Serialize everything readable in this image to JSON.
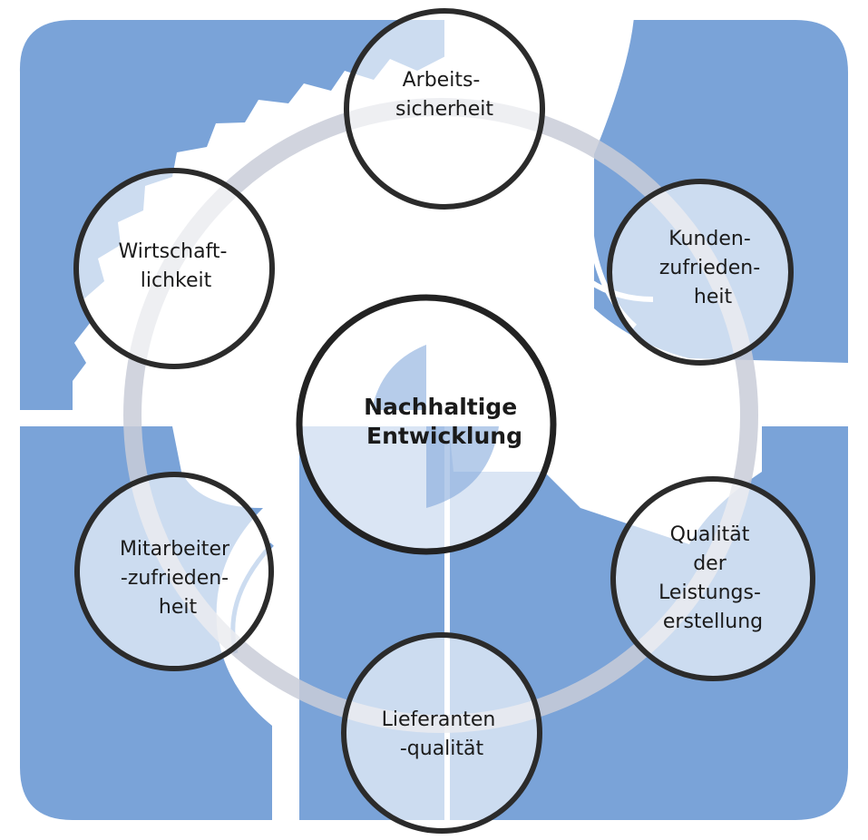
{
  "diagram": {
    "center": {
      "lines": [
        "Nachhaltige",
        "Entwicklung"
      ]
    },
    "nodes": [
      {
        "id": "arbeitssicherheit",
        "lines": [
          "Arbeits-",
          "sicherheit"
        ]
      },
      {
        "id": "kundenzufriedenheit",
        "lines": [
          "Kunden-",
          "zufrieden-",
          "heit"
        ]
      },
      {
        "id": "qualitaet",
        "lines": [
          "Qualität",
          "der",
          "Leistungs-",
          "erstellung"
        ]
      },
      {
        "id": "lieferantenqualitaet",
        "lines": [
          "Lieferanten",
          "-qualität"
        ]
      },
      {
        "id": "mitarbeiterzufriedenheit",
        "lines": [
          "Mitarbeiter",
          "-zufrieden-",
          "heit"
        ]
      },
      {
        "id": "wirtschaftlichkeit",
        "lines": [
          "Wirtschaft-",
          "lichkeit"
        ]
      }
    ],
    "colors": {
      "background_blue": "#7aa3d8",
      "circle_stroke": "#2b2b2b",
      "circle_fill": "#ffffff",
      "ring": "#c9ccd8"
    }
  }
}
